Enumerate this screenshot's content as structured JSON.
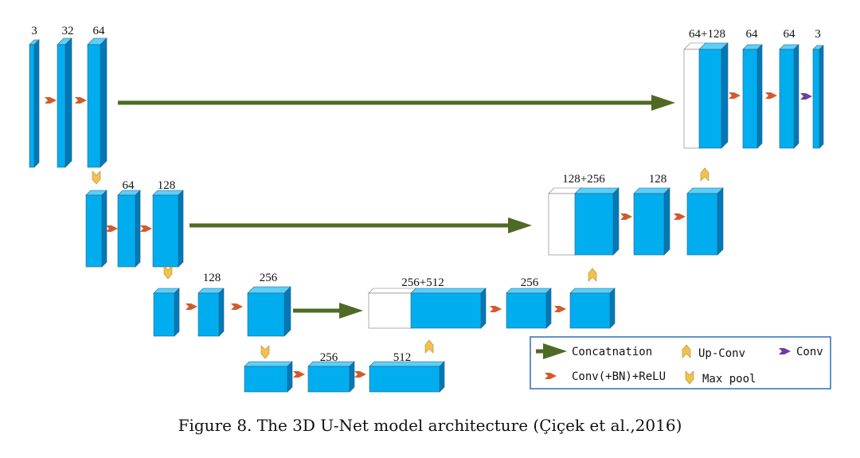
{
  "labels": {
    "enc1": [
      "3",
      "32",
      "64"
    ],
    "enc2": [
      "64",
      "128"
    ],
    "enc3": [
      "128",
      "256"
    ],
    "bottom": [
      "256",
      "512"
    ],
    "dec3": [
      "256+512",
      "256"
    ],
    "dec2": [
      "128+256",
      "128"
    ],
    "dec1": [
      "64+128",
      "64",
      "64",
      "3"
    ]
  },
  "legend": {
    "concat": "Concatnation",
    "upconv": "Up-Conv",
    "conv": "Conv",
    "convbn": "Conv(+BN)+ReLU",
    "maxpool": "Max pool"
  },
  "colors": {
    "block_front": "#00AEEF",
    "block_top": "#5CCFF8",
    "block_side": "#0079B8",
    "concat_arrow": "#4E6A24",
    "conv_arrow": "#D35A2B",
    "final_conv_arrow": "#6A3DA3",
    "pool_arrow": "#F2C14E",
    "legend_border": "#2F6FB5"
  },
  "caption": "Figure 8.  The 3D U-Net model architecture (Çiçek et al.,2016)"
}
